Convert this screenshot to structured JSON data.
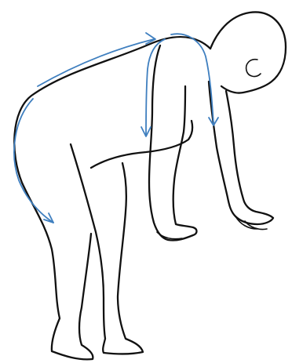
{
  "colors": {
    "background": "#ffffff",
    "outline": "#111111",
    "arrow": "#3f7fbf"
  },
  "figure": {
    "subject": "person-bending-forward-hands-on-floor-outline-icon"
  },
  "arrows": [
    {
      "name": "lower-back-arrow",
      "direction": "down"
    },
    {
      "name": "upper-back-arrow",
      "direction": "right"
    },
    {
      "name": "shoulder-arrow-left",
      "direction": "down"
    },
    {
      "name": "shoulder-arrow-right",
      "direction": "down"
    }
  ]
}
